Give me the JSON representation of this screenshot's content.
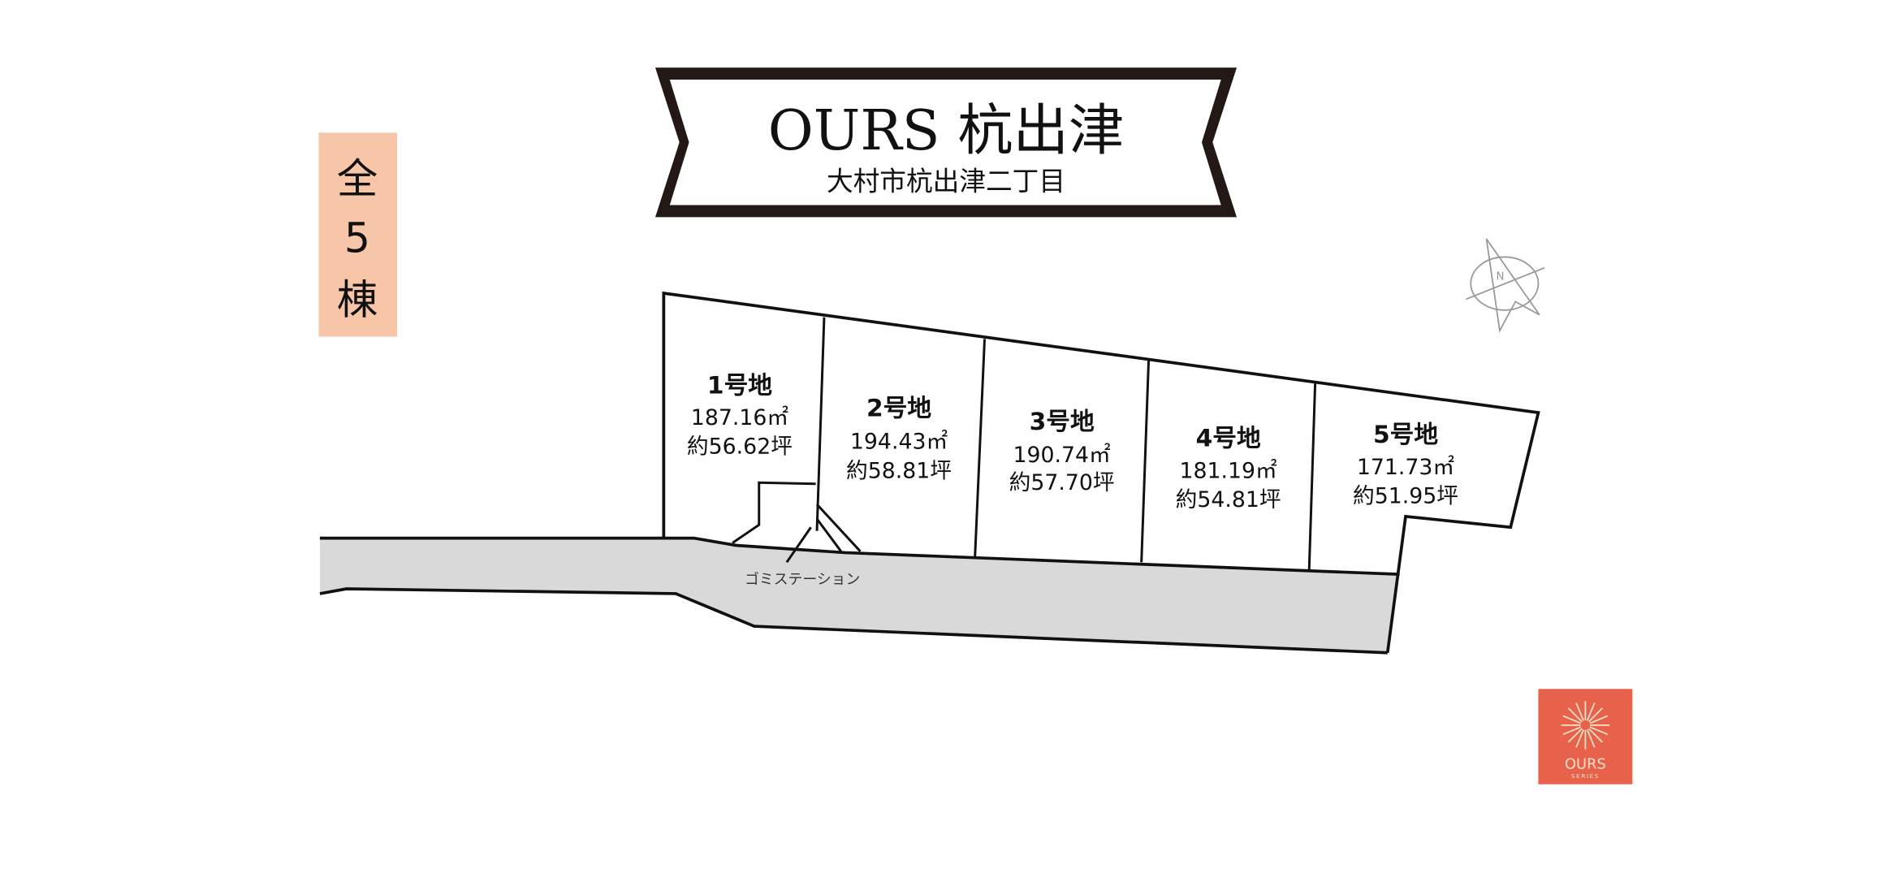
{
  "title": {
    "main": "OURS 杭出津",
    "address": "大村市杭出津二丁目"
  },
  "count_tag": {
    "chars": [
      "全",
      "5",
      "棟"
    ]
  },
  "lots": [
    {
      "name": "1号地",
      "sqm": "187.16㎡",
      "tsubo": "約56.62坪"
    },
    {
      "name": "2号地",
      "sqm": "194.43㎡",
      "tsubo": "約58.81坪"
    },
    {
      "name": "3号地",
      "sqm": "190.74㎡",
      "tsubo": "約57.70坪"
    },
    {
      "name": "4号地",
      "sqm": "181.19㎡",
      "tsubo": "約54.81坪"
    },
    {
      "name": "5号地",
      "sqm": "171.73㎡",
      "tsubo": "約51.95坪"
    }
  ],
  "garbage_station": "ゴミステーション",
  "compass": {
    "label": "N"
  },
  "logo": {
    "name": "OURS",
    "sub": "SERIES"
  },
  "colors": {
    "tag": "#f7c6a8",
    "road": "#d9d9d9",
    "logo": "#e8614a",
    "banner": "#231815"
  }
}
